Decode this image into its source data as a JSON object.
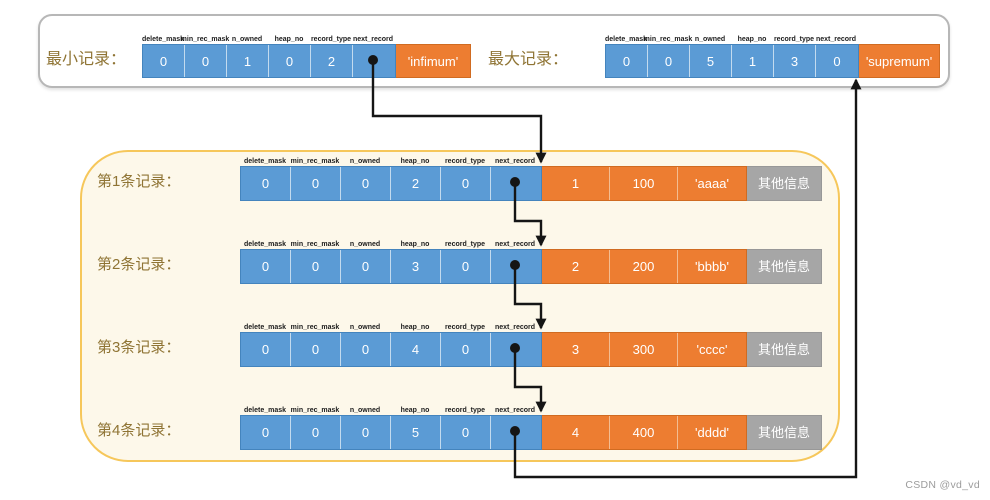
{
  "colors": {
    "blue": "#5B9BD5",
    "orange": "#ED7D31",
    "gray": "#A6A6A6",
    "gold": "#8F7434",
    "cream": "#FDF8EA",
    "cream_border": "#F6C75B",
    "arrow": "#151515"
  },
  "field_labels": [
    "delete_mask",
    "min_rec_mask",
    "n_owned",
    "heap_no",
    "record_type",
    "next_record"
  ],
  "min_record": {
    "label": "最小记录：",
    "values": [
      "0",
      "0",
      "1",
      "0",
      "2"
    ],
    "name": "'infimum'"
  },
  "max_record": {
    "label": "最大记录：",
    "values": [
      "0",
      "0",
      "5",
      "1",
      "3",
      "0"
    ],
    "name": "'supremum'"
  },
  "records": [
    {
      "label": "第1条记录：",
      "header_values": [
        "0",
        "0",
        "0",
        "2",
        "0"
      ],
      "data_values": [
        "1",
        "100",
        "'aaaa'"
      ],
      "other": "其他信息"
    },
    {
      "label": "第2条记录：",
      "header_values": [
        "0",
        "0",
        "0",
        "3",
        "0"
      ],
      "data_values": [
        "2",
        "200",
        "'bbbb'"
      ],
      "other": "其他信息"
    },
    {
      "label": "第3条记录：",
      "header_values": [
        "0",
        "0",
        "0",
        "4",
        "0"
      ],
      "data_values": [
        "3",
        "300",
        "'cccc'"
      ],
      "other": "其他信息"
    },
    {
      "label": "第4条记录：",
      "header_values": [
        "0",
        "0",
        "0",
        "5",
        "0"
      ],
      "data_values": [
        "4",
        "400",
        "'dddd'"
      ],
      "other": "其他信息"
    }
  ],
  "watermark": "CSDN @vd_vd"
}
